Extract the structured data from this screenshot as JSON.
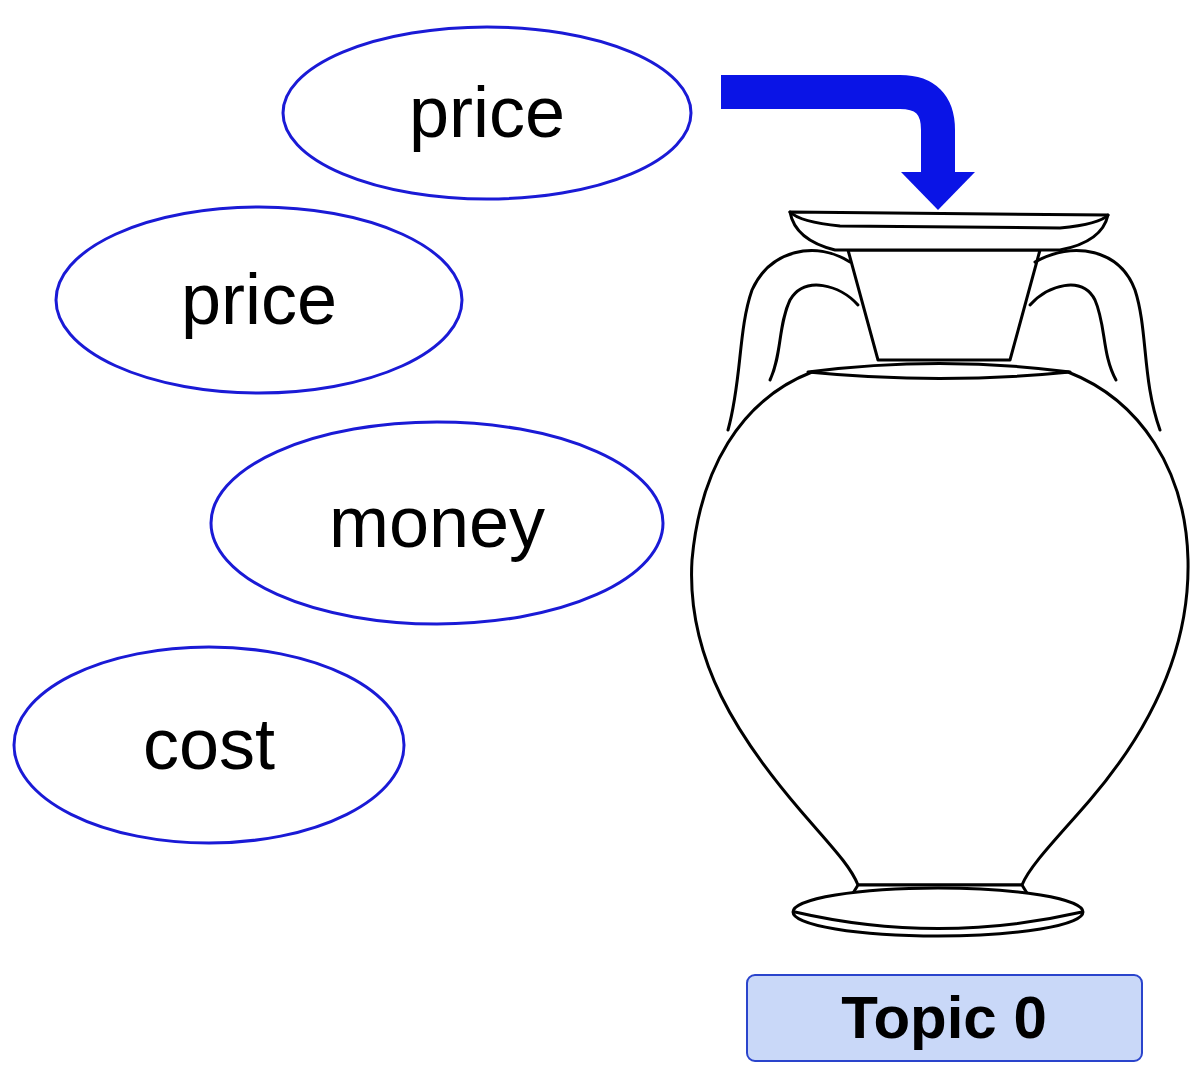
{
  "diagram": {
    "nodes": [
      {
        "text": [
          "price"
        ]
      },
      {
        "text": [
          "price"
        ]
      },
      {
        "text": [
          "money"
        ]
      },
      {
        "text": [
          "cost"
        ]
      },
      {
        "text": [
          "Topic 0"
        ]
      }
    ]
  }
}
